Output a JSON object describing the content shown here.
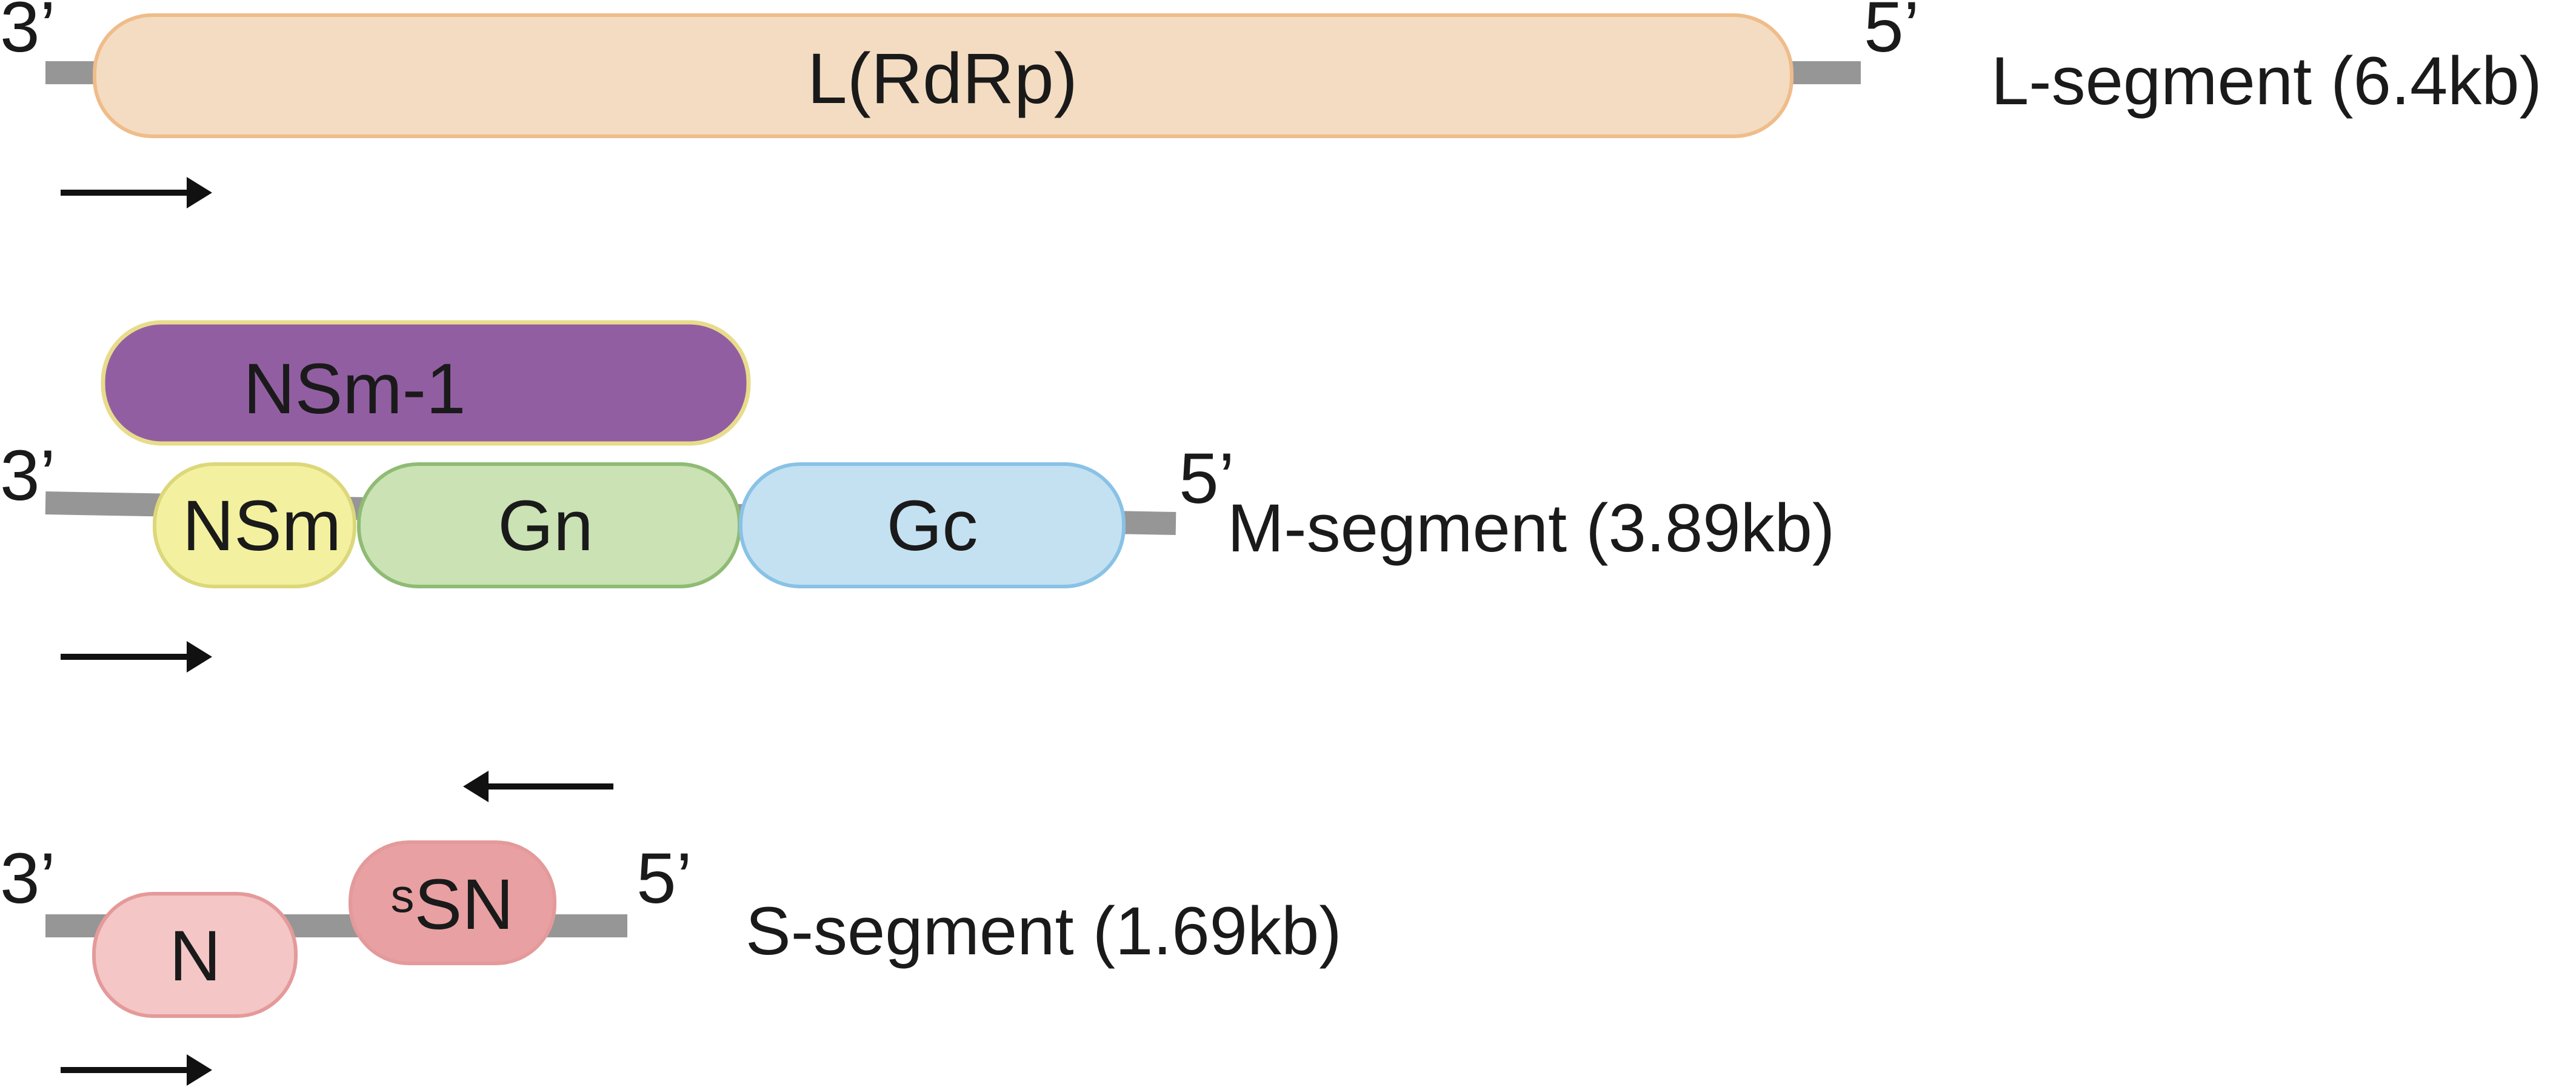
{
  "colors": {
    "backbone": "#969696",
    "arrow": "#111111",
    "text": "#1a1a1a"
  },
  "segments": {
    "l": {
      "label": "L-segment (6.4kb)",
      "end_3": "3’",
      "end_5": "5’",
      "genes": {
        "l": {
          "label": "L(RdRp)",
          "fill": "#f3dcc1",
          "stroke": "#efbc8a"
        }
      },
      "arrow_direction": "right"
    },
    "m": {
      "label": "M-segment (3.89kb)",
      "end_3": "3’",
      "end_5": "5’",
      "genes": {
        "nsm1": {
          "label": "NSm-1",
          "fill": "#925ea2",
          "stroke": "#e8dc8c"
        },
        "nsm": {
          "label": "NSm",
          "fill": "#f3f19f",
          "stroke": "#dcd77a"
        },
        "gn": {
          "label": "Gn",
          "fill": "#cae2b4",
          "stroke": "#8fbb74"
        },
        "gc": {
          "label": "Gc",
          "fill": "#c4e1f2",
          "stroke": "#88c2e6"
        }
      },
      "arrow_direction": "right"
    },
    "s": {
      "label": "S-segment (1.69kb)",
      "end_3": "3’",
      "end_5": "5’",
      "genes": {
        "n": {
          "label": "N",
          "fill": "#f4c6c6",
          "stroke": "#e49a9a"
        },
        "nss": {
          "label_sup": "s",
          "label": "SN",
          "fill": "#e8a0a2",
          "stroke": "#e49a9a"
        }
      },
      "arrow_directions": [
        "right",
        "left"
      ]
    }
  }
}
